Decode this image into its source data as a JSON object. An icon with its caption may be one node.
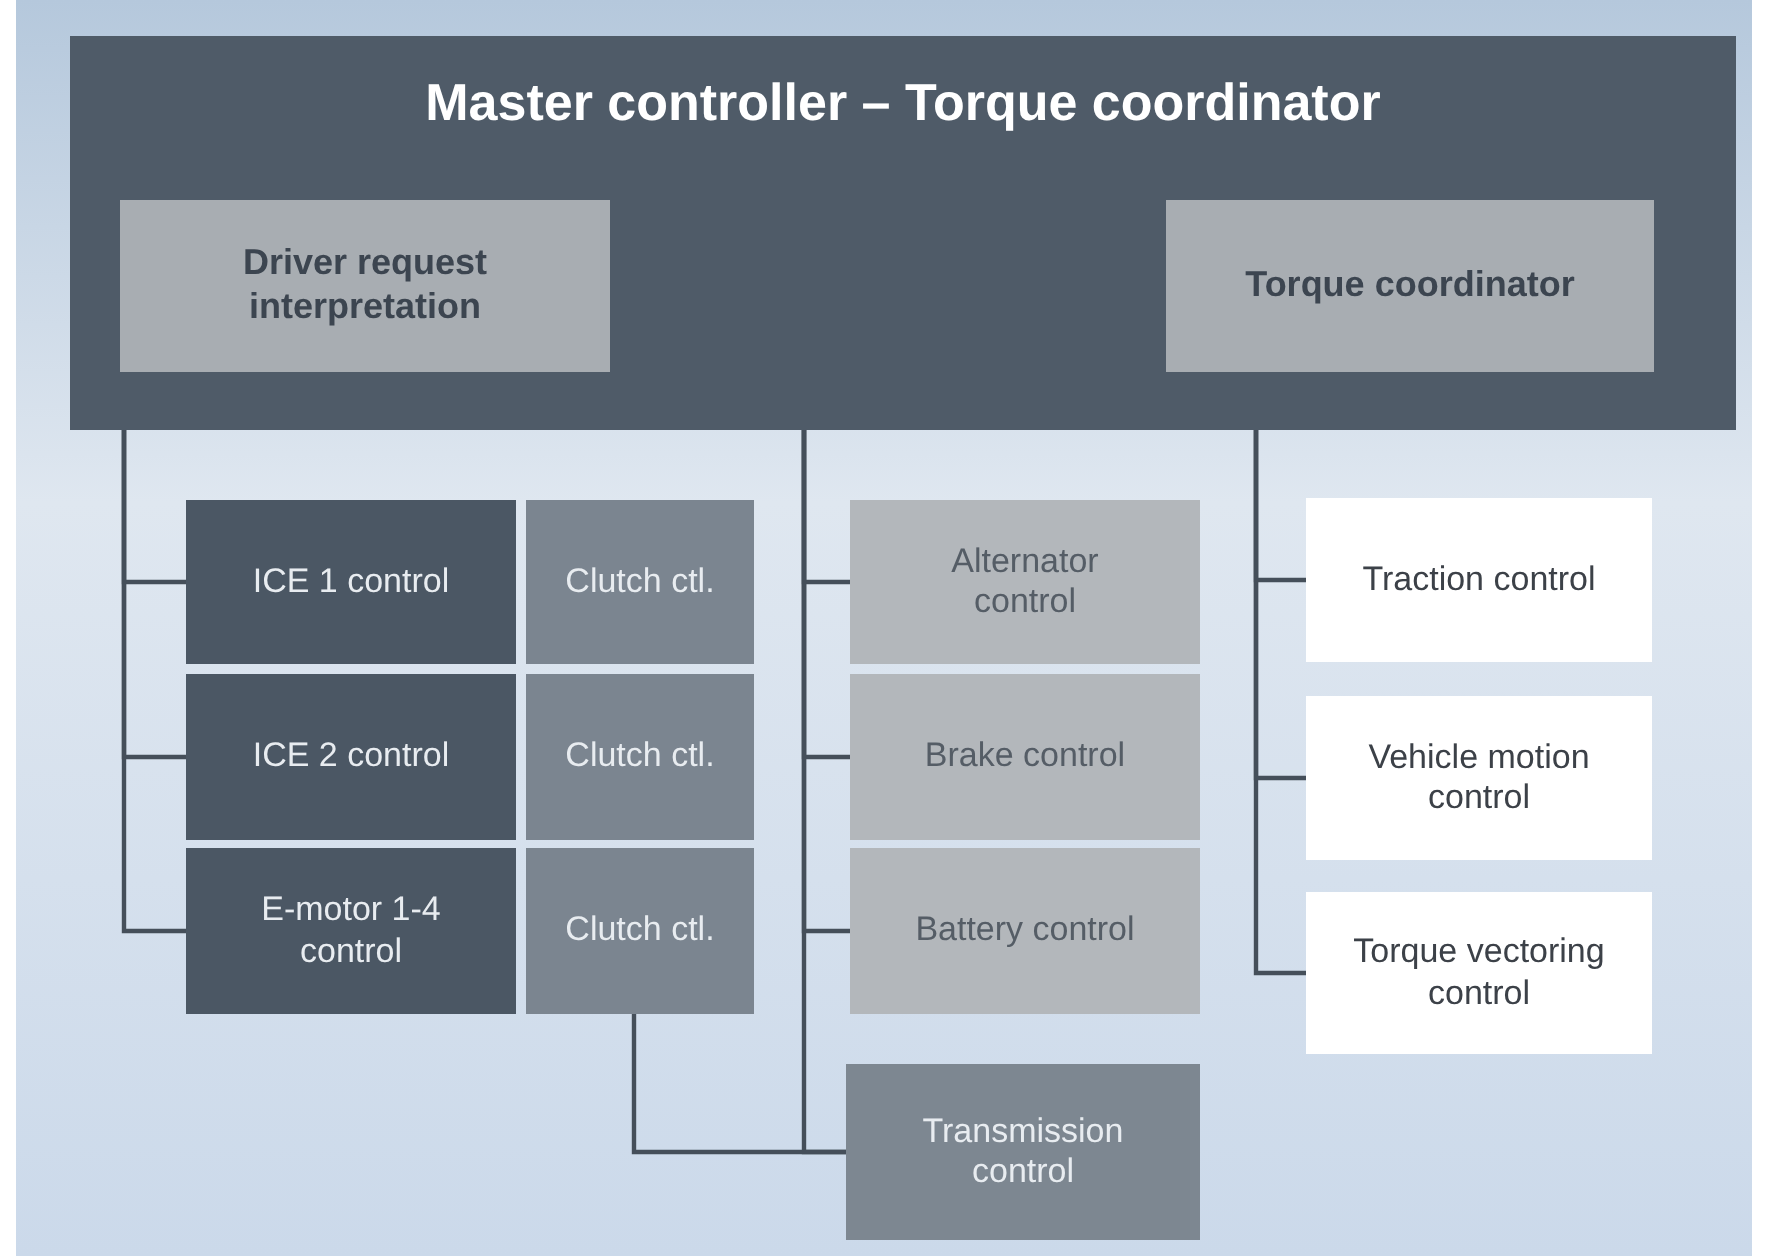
{
  "diagram": {
    "nodes": [
      {
        "text": [
          "Master controller – Torque coordinator"
        ]
      },
      {
        "text": [
          "Driver request interpretation"
        ],
        "in": 0
      },
      {
        "text": [
          "Torque coordinator"
        ],
        "in": 0
      },
      {
        "text": [
          "ICE 1 control"
        ]
      },
      {
        "text": [
          "Clutch ctl."
        ]
      },
      {
        "text": [
          "Alternator control"
        ]
      },
      {
        "text": [
          "Traction control"
        ]
      },
      {
        "text": [
          "ICE 2 control"
        ]
      },
      {
        "text": [
          "Clutch ctl."
        ]
      },
      {
        "text": [
          "Brake control"
        ]
      },
      {
        "text": [
          "Vehicle motion control"
        ]
      },
      {
        "text": [
          "E-motor 1-4 control"
        ]
      },
      {
        "text": [
          "Clutch ctl."
        ]
      },
      {
        "text": [
          "Battery control"
        ]
      },
      {
        "text": [
          "Torque vectoring control"
        ]
      },
      {
        "text": [
          "Transmission control"
        ]
      }
    ],
    "edges": [
      {
        "from": 0,
        "to": 3,
        "arrow": "none"
      },
      {
        "from": 0,
        "to": 7,
        "arrow": "none"
      },
      {
        "from": 0,
        "to": 11,
        "arrow": "none"
      },
      {
        "from": 0,
        "to": 5,
        "arrow": "none"
      },
      {
        "from": 0,
        "to": 9,
        "arrow": "none"
      },
      {
        "from": 0,
        "to": 13,
        "arrow": "none"
      },
      {
        "from": 0,
        "to": 6,
        "arrow": "none"
      },
      {
        "from": 0,
        "to": 10,
        "arrow": "none"
      },
      {
        "from": 0,
        "to": 14,
        "arrow": "none"
      },
      {
        "from": 0,
        "to": 15,
        "arrow": "none"
      },
      {
        "from": 12,
        "to": 15,
        "arrow": "none"
      }
    ]
  }
}
